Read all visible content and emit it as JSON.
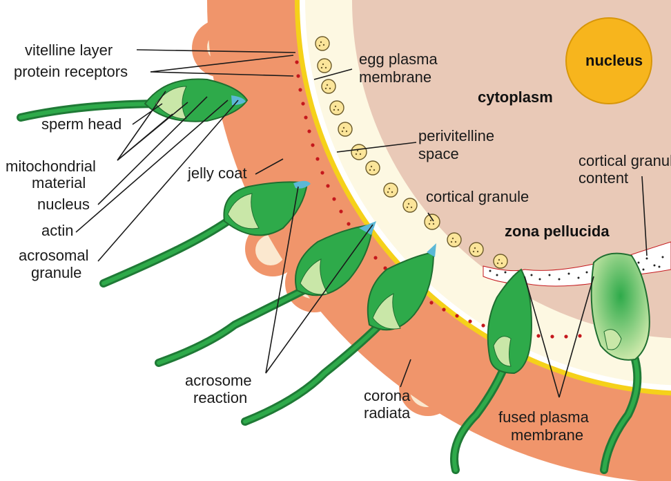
{
  "labels": {
    "vitelline_layer": "vitelline layer",
    "protein_receptors": "protein receptors",
    "egg_plasma_membrane_1": "egg plasma",
    "egg_plasma_membrane_2": "membrane",
    "nucleus_egg": "nucleus",
    "cytoplasm": "cytoplasm",
    "sperm_head": "sperm head",
    "perivitelline_1": "perivitelline",
    "perivitelline_2": "space",
    "mitochondrial_1": "mitochondrial",
    "mitochondrial_2": "material",
    "jelly_coat": "jelly coat",
    "cortical_granule_content_1": "cortical granule",
    "cortical_granule_content_2": "content",
    "nucleus_sperm": "nucleus",
    "cortical_granule": "cortical granule",
    "actin": "actin",
    "zona_pellucida": "zona pellucida",
    "acrosomal_1": "acrosomal",
    "acrosomal_2": "granule",
    "acrosome_1": "acrosome",
    "acrosome_2": "reaction",
    "corona_1": "corona",
    "corona_2": "radiata",
    "fused_1": "fused plasma",
    "fused_2": "membrane"
  },
  "colors": {
    "jelly_coat": "#f0956b",
    "corona_cell": "#fbe8cf",
    "perivitelline": "#fdf8e2",
    "cytoplasm": "#e9c9b7",
    "nucleus": "#f7b51d",
    "vitelline": "#f5d11a",
    "sperm_green": "#2eaa4a",
    "sperm_light": "#c9e7a8",
    "receptor_dots": "#c4171c"
  }
}
